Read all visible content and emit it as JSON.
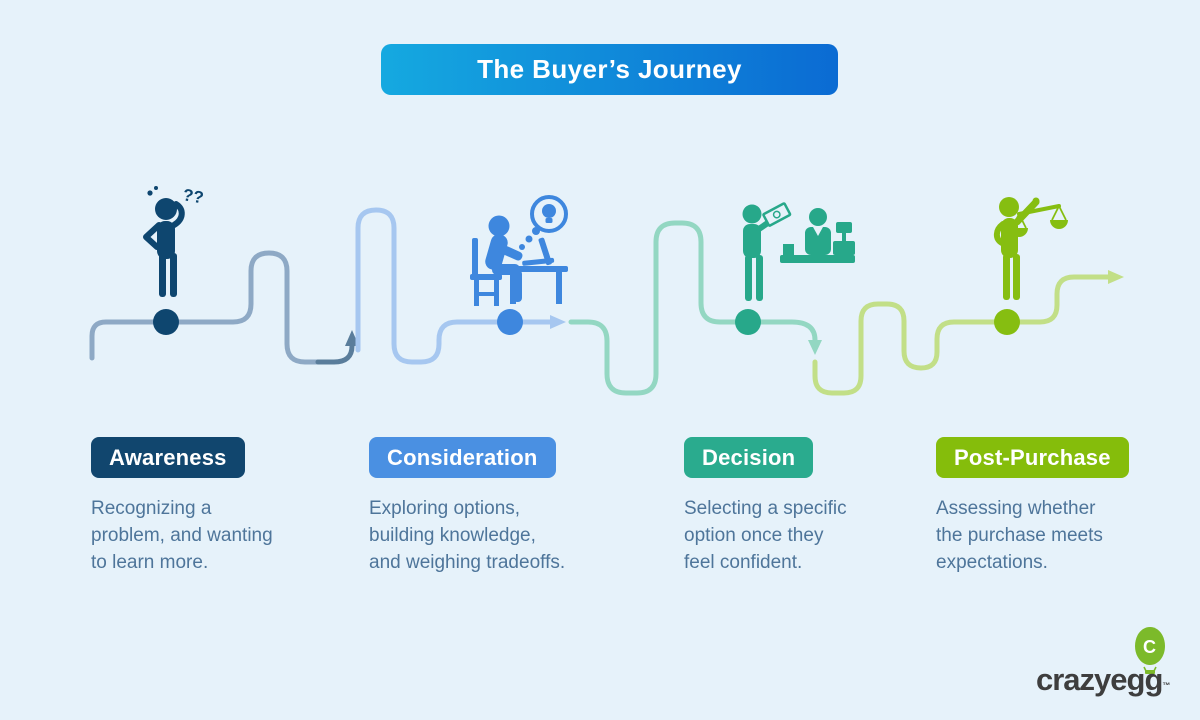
{
  "title": {
    "text": "The Buyer’s Journey",
    "gradient_start": "#15a9e0",
    "gradient_end": "#0b6bd3",
    "text_color": "#ffffff"
  },
  "stages": [
    {
      "label": "Awareness",
      "badge_color": "#11466e",
      "line_color": "#8ea9c5",
      "arrow_color": "#5a7d9b",
      "dot_color": "#0e466f",
      "icon": "confused-person-icon",
      "desc_lines": [
        "Recognizing a",
        "problem, and wanting",
        "to learn more."
      ]
    },
    {
      "label": "Consideration",
      "badge_color": "#4a90e2",
      "line_color": "#a6c7f0",
      "dot_color": "#3e87de",
      "icon": "person-researching-laptop-icon",
      "desc_lines": [
        "Exploring options,",
        "building knowledge,",
        "and weighing tradeoffs."
      ]
    },
    {
      "label": "Decision",
      "badge_color": "#2aab8e",
      "line_color": "#93d7c2",
      "dot_color": "#27a88a",
      "icon": "checkout-purchase-icon",
      "desc_lines": [
        "Selecting a specific",
        "option once they",
        "feel confident."
      ]
    },
    {
      "label": "Post-Purchase",
      "badge_color": "#85bd0b",
      "line_color": "#c2df87",
      "dot_color": "#86be11",
      "icon": "person-with-scales-icon",
      "desc_lines": [
        "Assessing whether",
        "the purchase meets",
        "expectations."
      ]
    }
  ],
  "footer": {
    "brand": "crazyegg",
    "trademark": "™",
    "brand_color": "#3e3e3e",
    "logo_green": "#7cba2a"
  }
}
